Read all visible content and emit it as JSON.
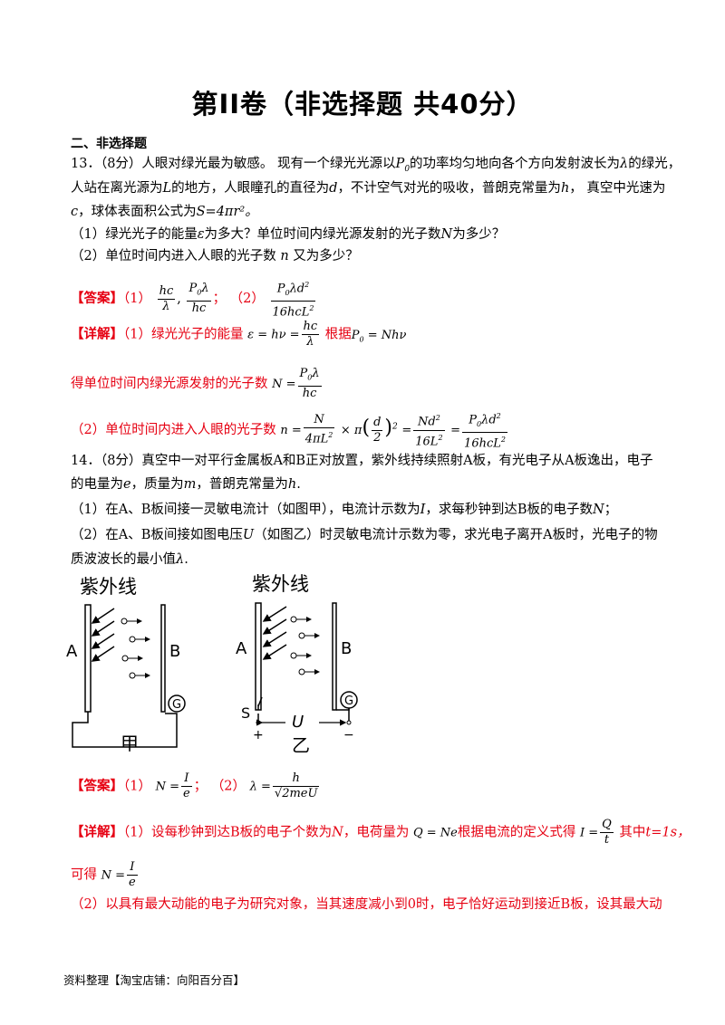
{
  "title": "第II卷（非选择题 共40分）",
  "section": "二、非选择题",
  "q13": {
    "line1a": "13．（8分）人眼对绿光最为敏感。 现有一个绿光光源以",
    "line1b": "的功率均匀地向各个方向发射波长为",
    "line1c": "的绿光，",
    "line2a": "人站在离光源为",
    "line2b": "的地方，人眼瞳孔的直径为",
    "line2c": "，不计空气对光的吸收，普朗克常量为",
    "line2d": "， 真空中光速为",
    "line3a": "，球体表面积公式为",
    "line3b": "S=4πr²。",
    "sub1a": "（1）绿光光子的能量",
    "sub1b": "为多大？单位时间内绿光源发射的光子数",
    "sub1c": "为多少？",
    "sub2a": "（2）单位时间内进入人眼的光子数",
    "sub2b": "又为多少？",
    "answer_label": "【答案】",
    "answer_1": "（1）",
    "answer_2": "（2）",
    "detail_label": "【详解】",
    "detail_1a": "（1）绿光光子的能量",
    "detail_1b": "根据",
    "detail_2": "得单位时间内绿光源发射的光子数",
    "detail_3": "（2）单位时间内进入人眼的光子数"
  },
  "q14": {
    "line1a": "14．（8分）真空中一对平行金属板",
    "line1b": "和",
    "line1c": "正对放置，紫外线持续照射",
    "line1d": "板，有光电子从",
    "line1e": "板逸出，电子",
    "line2a": "的电量为",
    "line2b": "，质量为",
    "line2c": "，普朗克常量为",
    "sub1a": "（1）在A、B板间接一灵敏电流计（如图甲），电流计示数为",
    "sub1b": "，求每秒钟到达B板的电子数",
    "sub2a": "（2）在A、B板间接如图电压",
    "sub2b": "（如图乙）时灵敏电流计示数为零，求光电子离开A板时，光电子的物",
    "sub3": "质波波长的最小值",
    "answer_label": "【答案】",
    "answer_1": "（1）",
    "answer_2": "（2）",
    "detail_label": "【详解】",
    "detail_1a": "（1）设每秒钟到达B板的电子个数为",
    "detail_1b": "，电荷量为",
    "detail_1c": "根据电流的定义式得",
    "detail_1d": "其中",
    "detail_1e": "t=1s，",
    "detail_2": "可得",
    "detail_3": "（2）以具有最大动能的电子为研究对象，当其速度减小到0时，电子恰好运动到接近B板，设其最大动"
  },
  "figure": {
    "label_uv": "紫外线",
    "label_a": "A",
    "label_b": "B",
    "label_g": "G",
    "label_s": "S",
    "label_u": "U",
    "label_plus": "+",
    "label_minus": "−",
    "caption_left": "甲",
    "caption_right": "乙"
  },
  "footer": "资料整理【淘宝店铺：向阳百分百】"
}
